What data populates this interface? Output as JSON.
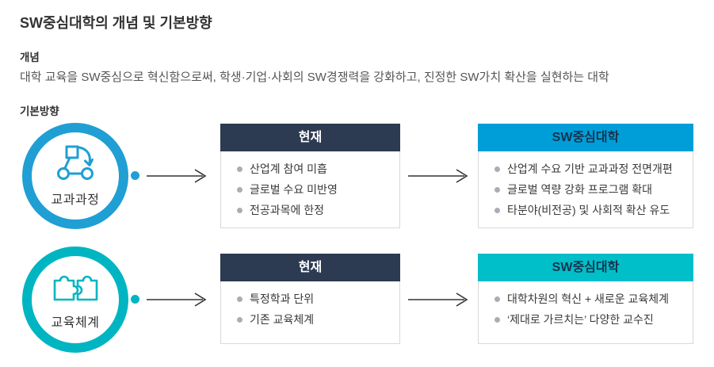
{
  "header": {
    "title": "SW중심대학의 개념 및 기본방향"
  },
  "concept": {
    "label": "개념",
    "description": "대학 교육을 SW중심으로 혁신함으로써, 학생·기업·사회의 SW경쟁력을 강화하고, 진정한 SW가치 확산을 실현하는 대학"
  },
  "direction": {
    "label": "기본방향"
  },
  "rows": [
    {
      "category": "교과과정",
      "icon": "flowchart-icon",
      "current": {
        "header": "현재",
        "items": [
          "산업계 참여 미흡",
          "글로벌 수요 미반영",
          "전공과목에 한정"
        ]
      },
      "future": {
        "header": "SW중심대학",
        "items": [
          "산업계 수요 기반 교과과정 전면개편",
          "글로벌 역량 강화 프로그램 확대",
          "타분야(비전공) 및 사회적 확산 유도"
        ]
      }
    },
    {
      "category": "교육체계",
      "icon": "puzzle-icon",
      "current": {
        "header": "현재",
        "items": [
          "특정학과 단위",
          "기존 교육체계"
        ]
      },
      "future": {
        "header": "SW중심대학",
        "items": [
          "대학차원의 혁신 + 새로운 교육체계",
          "‘제대로 가르치는’ 다양한 교수진"
        ]
      }
    }
  ],
  "colors": {
    "navy": "#2c3a52",
    "blue": "#009ed8",
    "blue-ring": "#1f9fd4",
    "cyan": "#00bfc9",
    "cyan-ring": "#00b5c2",
    "header-text-dark": "#16344f"
  }
}
